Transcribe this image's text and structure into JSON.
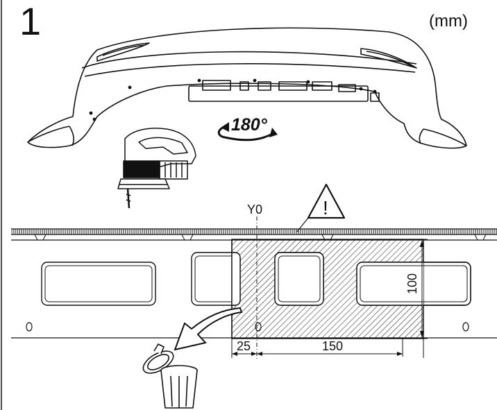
{
  "step": {
    "number": "1",
    "unit": "(mm)"
  },
  "rotation": {
    "label": "180°"
  },
  "cut": {
    "reference_label": "Y0",
    "offset": "25",
    "width": "150",
    "height": "100",
    "warning_symbol": "!"
  },
  "icons": [
    "jigsaw-icon",
    "rotate-180-icon",
    "warning-triangle-icon",
    "trash-bin-icon",
    "discard-arrow-icon"
  ],
  "colors": {
    "line": "#111111",
    "background": "#ffffff"
  }
}
